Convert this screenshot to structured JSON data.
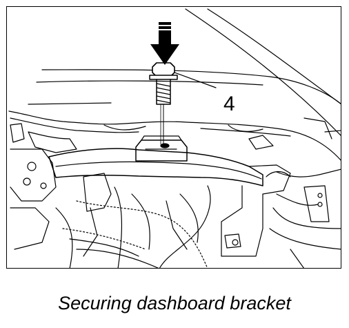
{
  "figure": {
    "callout_number": "4",
    "caption": "Securing dashboard bracket"
  },
  "parts": {
    "bolt": "bolt-icon",
    "arrow": "down-arrow-icon",
    "bracket": "dashboard-bracket",
    "crossbeam": "dashboard-crossbeam"
  },
  "colors": {
    "line": "#000000",
    "background": "#ffffff"
  }
}
